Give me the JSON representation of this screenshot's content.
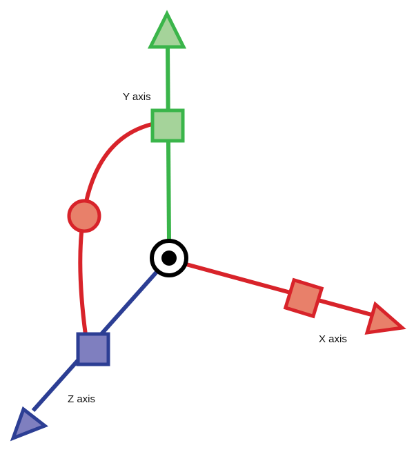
{
  "labels": {
    "x_axis": "X axis",
    "y_axis": "Y axis",
    "z_axis": "Z axis"
  },
  "colors": {
    "x_stroke": "#d8232a",
    "x_fill": "#e8806a",
    "y_stroke": "#3ab54a",
    "y_fill": "#a5d39a",
    "z_stroke": "#2c3e94",
    "z_fill": "#7f7fbf",
    "rotation_stroke": "#d8232a",
    "rotation_fill": "#e8806a",
    "center_ring": "#000000",
    "center_fill": "#ffffff",
    "center_dot": "#000000"
  }
}
